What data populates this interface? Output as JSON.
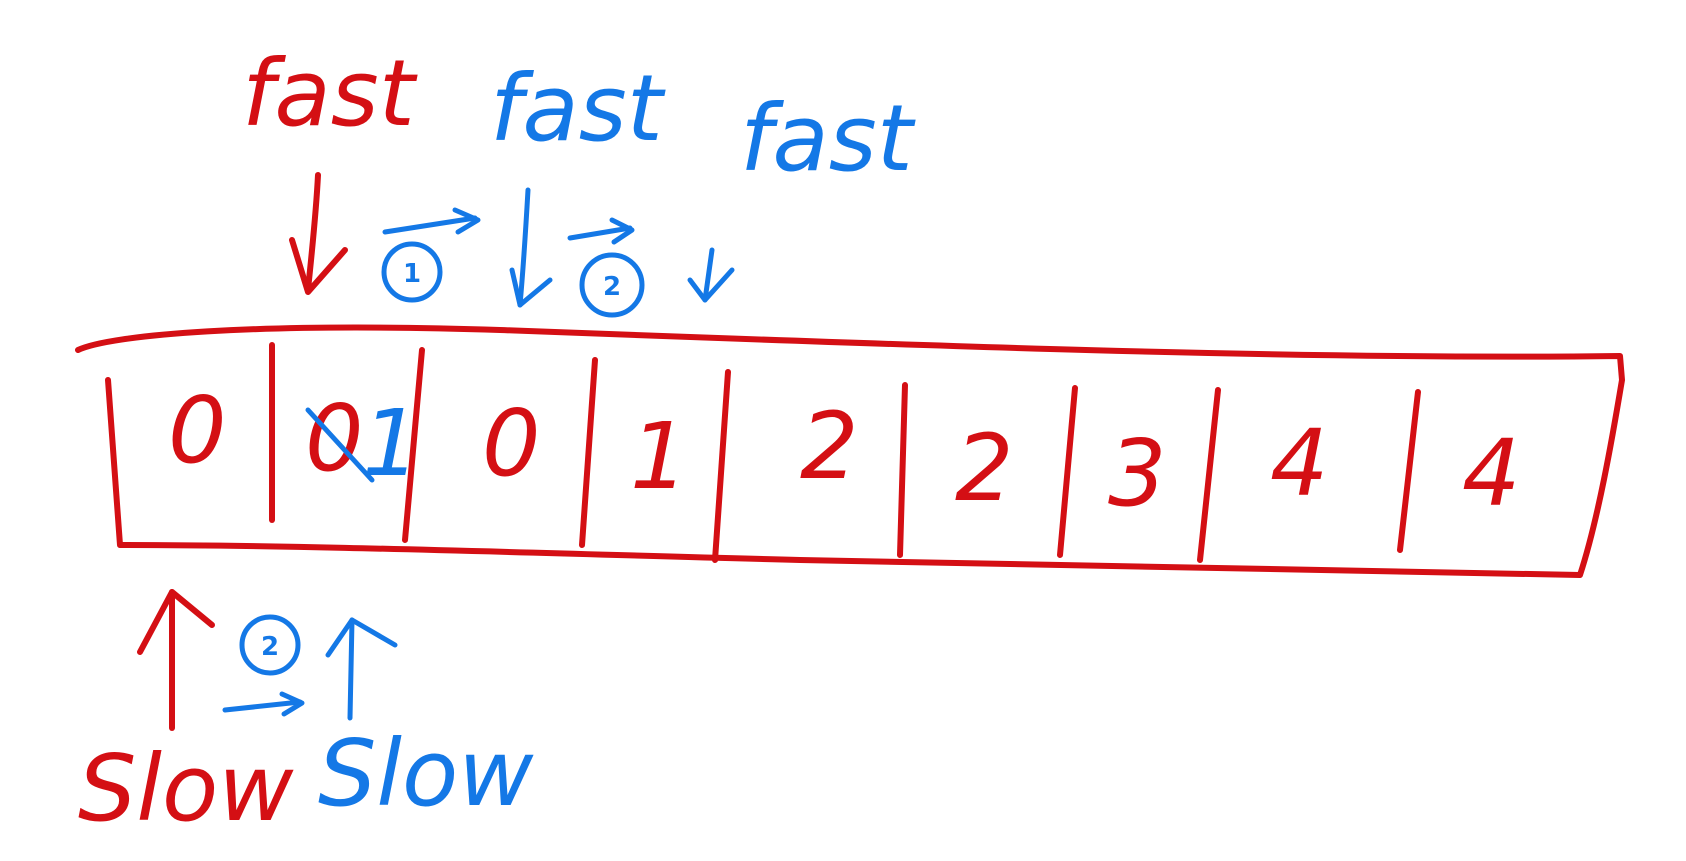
{
  "colors": {
    "red": "#d40f14",
    "blue": "#1478e6",
    "background": "#ffffff"
  },
  "array": {
    "cells": [
      "0",
      "1",
      "0",
      "1",
      "2",
      "2",
      "3",
      "4",
      "4"
    ],
    "crossed_out_original": "0"
  },
  "pointers": {
    "fast_labels": [
      "fast",
      "fast",
      "fast"
    ],
    "slow_labels": [
      "Slow",
      "Slow"
    ],
    "steps": [
      "1",
      "2",
      "2"
    ]
  }
}
